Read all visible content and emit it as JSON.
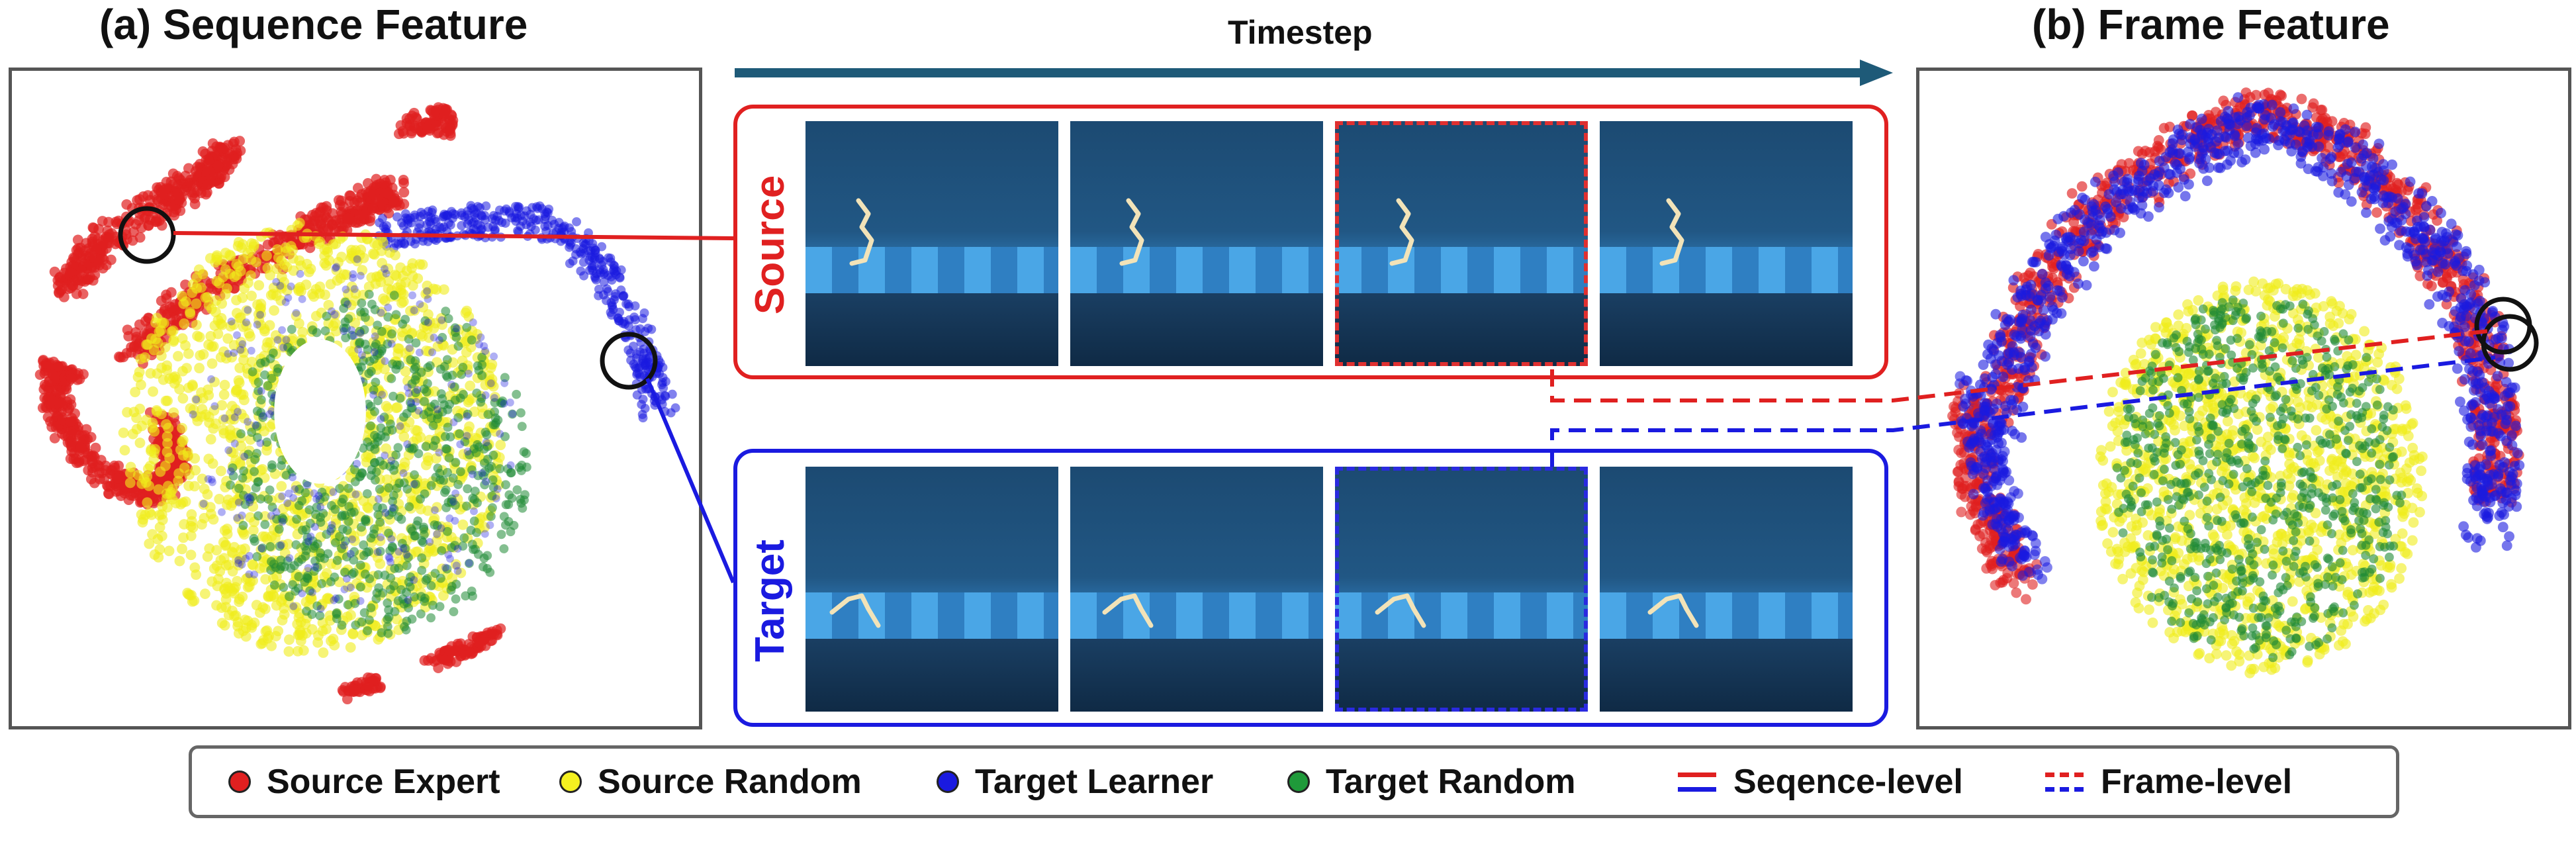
{
  "titles": {
    "left": "(a) Sequence Feature",
    "right": "(b) Frame Feature",
    "timestep": "Timestep"
  },
  "rows": {
    "source": "Source",
    "target": "Target"
  },
  "legend": [
    {
      "label": "Source Expert",
      "color": "#e02020",
      "type": "dot"
    },
    {
      "label": "Source Random",
      "color": "#f4f020",
      "type": "dot"
    },
    {
      "label": "Target Learner",
      "color": "#1a1ae0",
      "type": "dot"
    },
    {
      "label": "Target Random",
      "color": "#1f9a3a",
      "type": "dot"
    },
    {
      "label": "Seqence-level",
      "color": "#e02020",
      "color2": "#1a1ae0",
      "type": "solid"
    },
    {
      "label": "Frame-level",
      "color": "#e02020",
      "color2": "#1a1ae0",
      "type": "dashed"
    }
  ],
  "colors": {
    "source_red": "#e02020",
    "target_blue": "#1a1ae0",
    "arrow": "#1e5a78"
  }
}
